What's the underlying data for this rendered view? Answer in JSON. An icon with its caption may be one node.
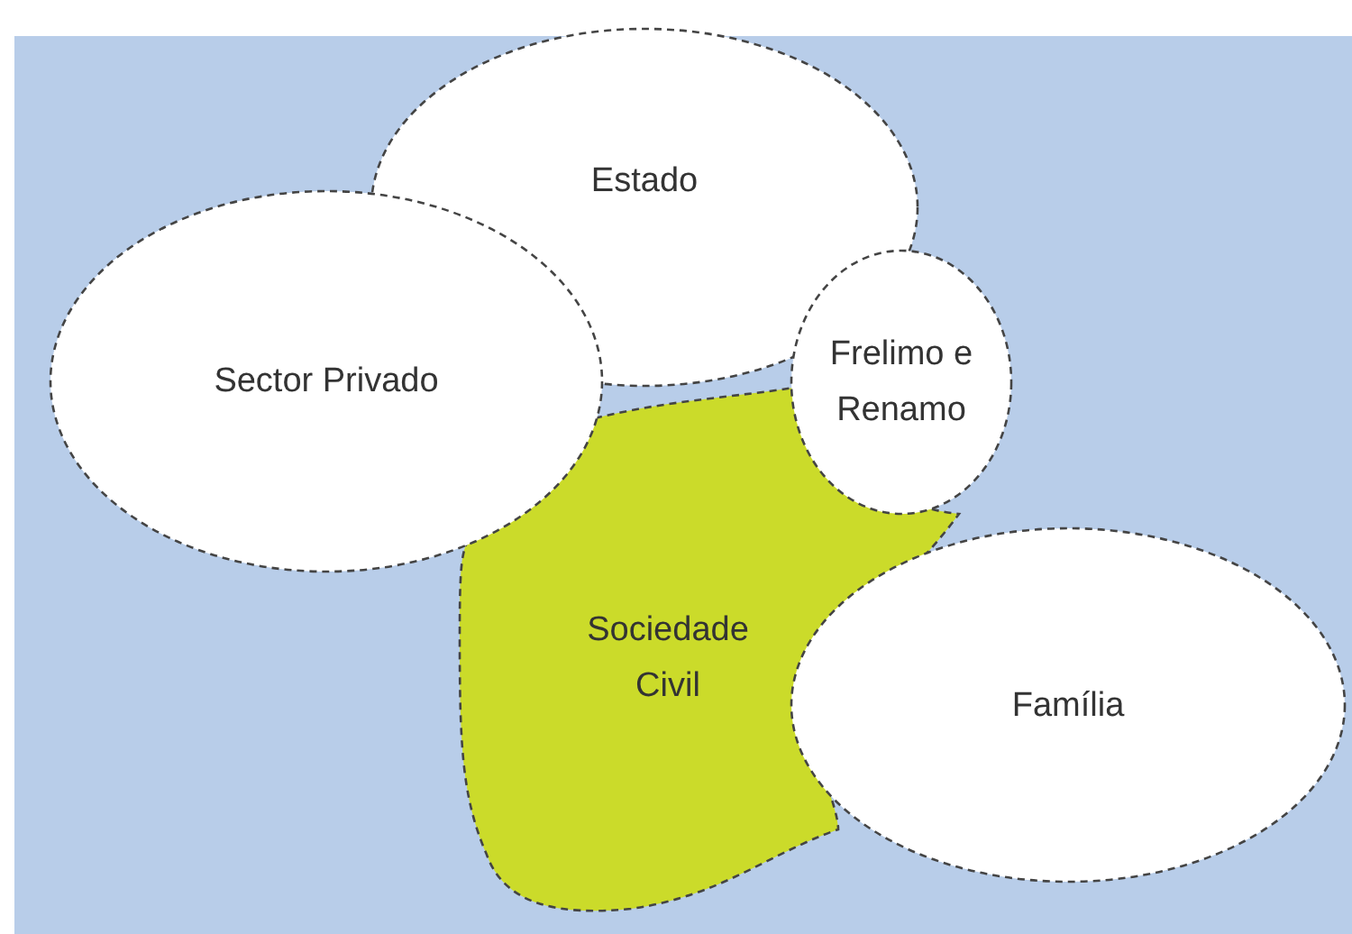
{
  "diagram": {
    "nodes": [
      {
        "text": [
          "Estado"
        ]
      },
      {
        "text": [
          "Sector Privado"
        ]
      },
      {
        "text": [
          "Frelimo e Renamo"
        ]
      },
      {
        "text": [
          "Sociedade Civil"
        ]
      },
      {
        "text": [
          "Família"
        ]
      }
    ]
  }
}
